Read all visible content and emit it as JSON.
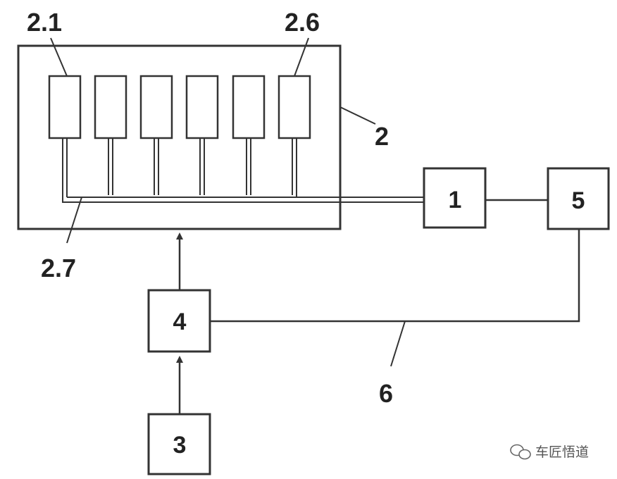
{
  "diagram": {
    "labels": {
      "cell_first": "2.1",
      "cell_last": "2.6",
      "housing": "2",
      "bus": "2.7",
      "block_1": "1",
      "block_3": "3",
      "block_4": "4",
      "block_5": "5",
      "line_6": "6"
    },
    "cells": [
      "cell-1",
      "cell-2",
      "cell-3",
      "cell-4",
      "cell-5",
      "cell-6"
    ]
  },
  "watermark": {
    "text": "车匠悟道",
    "icon": "wechat-icon"
  },
  "colors": {
    "line": "#333333",
    "fill": "#ffffff",
    "text": "#222222"
  }
}
